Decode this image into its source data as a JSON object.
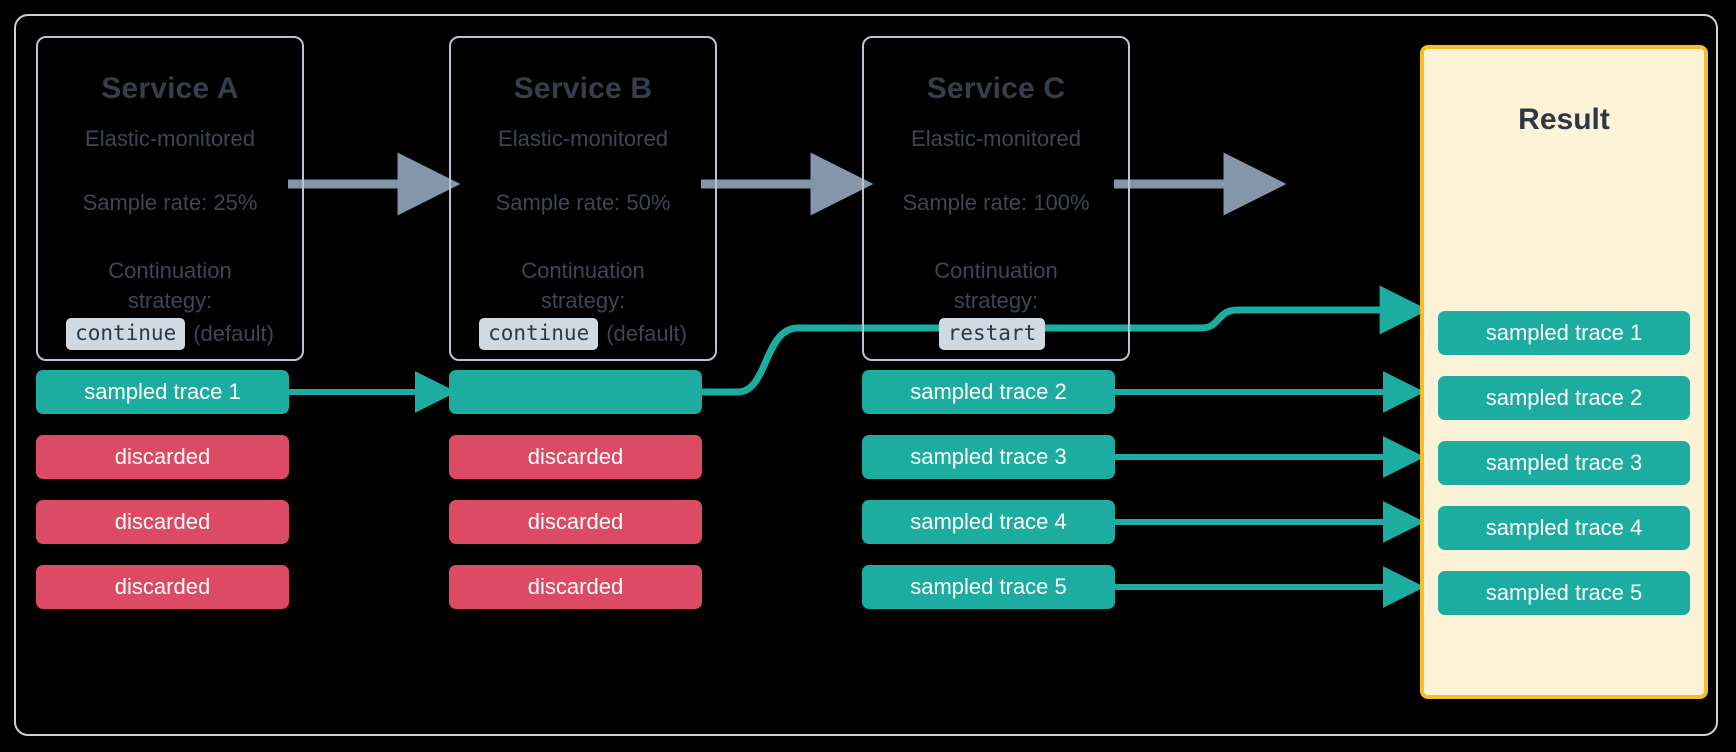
{
  "diagram": {
    "title_hidden": "",
    "colors": {
      "teal": "#1cada0",
      "red": "#dd4a63",
      "gold_border": "#f5bd26",
      "cream_bg": "#fcf2d7",
      "gray_arrow": "#8496a9",
      "card_border": "#b8c4d0",
      "text_dark": "#343f4d",
      "code_bg": "#cfd9e2"
    }
  },
  "services": [
    {
      "title": "Service A",
      "subtitle": "Elastic-monitored",
      "sample_rate": "Sample rate: 25%",
      "strategy_label_line1": "Continuation",
      "strategy_label_line2": "strategy:",
      "strategy_code": "continue",
      "strategy_note": "(default)"
    },
    {
      "title": "Service B",
      "subtitle": "Elastic-monitored",
      "sample_rate": "Sample rate: 50%",
      "strategy_label_line1": "Continuation",
      "strategy_label_line2": "strategy:",
      "strategy_code": "continue",
      "strategy_note": "(default)"
    },
    {
      "title": "Service C",
      "subtitle": "Elastic-monitored",
      "sample_rate": "Sample rate: 100%",
      "strategy_label_line1": "Continuation",
      "strategy_label_line2": "strategy:",
      "strategy_code": "restart",
      "strategy_note": ""
    }
  ],
  "result": {
    "title": "Result",
    "traces": [
      "sampled trace 1",
      "sampled trace 2",
      "sampled trace 3",
      "sampled trace 4",
      "sampled trace 5"
    ]
  },
  "columns": {
    "service_a_traces": [
      {
        "label": "sampled trace 1",
        "kind": "sampled"
      },
      {
        "label": "discarded",
        "kind": "discarded"
      },
      {
        "label": "discarded",
        "kind": "discarded"
      },
      {
        "label": "discarded",
        "kind": "discarded"
      }
    ],
    "service_b_traces": [
      {
        "label": "",
        "kind": "sampled"
      },
      {
        "label": "discarded",
        "kind": "discarded"
      },
      {
        "label": "discarded",
        "kind": "discarded"
      },
      {
        "label": "discarded",
        "kind": "discarded"
      }
    ],
    "service_c_traces": [
      {
        "label": "sampled trace 2",
        "kind": "sampled"
      },
      {
        "label": "sampled trace 3",
        "kind": "sampled"
      },
      {
        "label": "sampled trace 4",
        "kind": "sampled"
      },
      {
        "label": "sampled trace 5",
        "kind": "sampled"
      }
    ]
  }
}
